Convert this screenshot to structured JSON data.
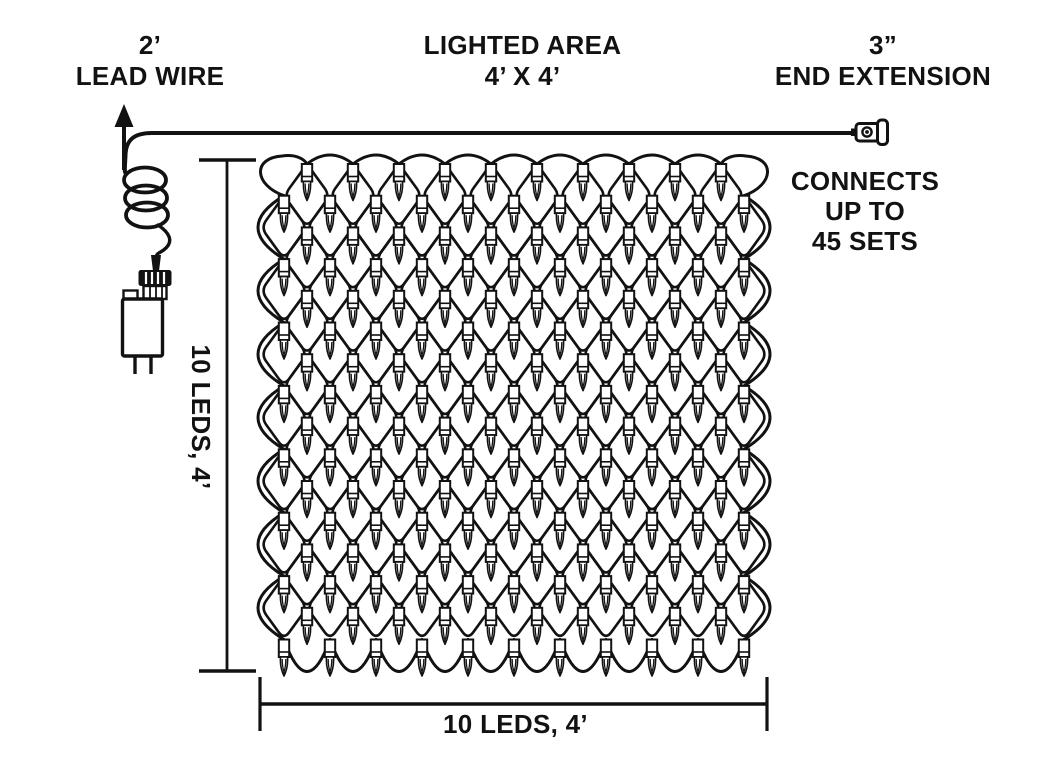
{
  "colors": {
    "ink": "#121212",
    "background": "#ffffff"
  },
  "labels": {
    "lead_wire_length": "2’",
    "lead_wire": "LEAD WIRE",
    "lighted_area": "LIGHTED AREA",
    "lighted_area_size": "4’ X 4’",
    "end_extension_length": "3”",
    "end_extension": "END EXTENSION",
    "connects_line1": "CONNECTS",
    "connects_line2": "UP TO",
    "connects_line3": "45 SETS",
    "vertical_dimension": "10 LEDS, 4’",
    "horizontal_dimension": "10 LEDS, 4’"
  },
  "net": {
    "rows": 16,
    "bulbs_even_row": 10,
    "bulbs_odd_row": 11
  }
}
